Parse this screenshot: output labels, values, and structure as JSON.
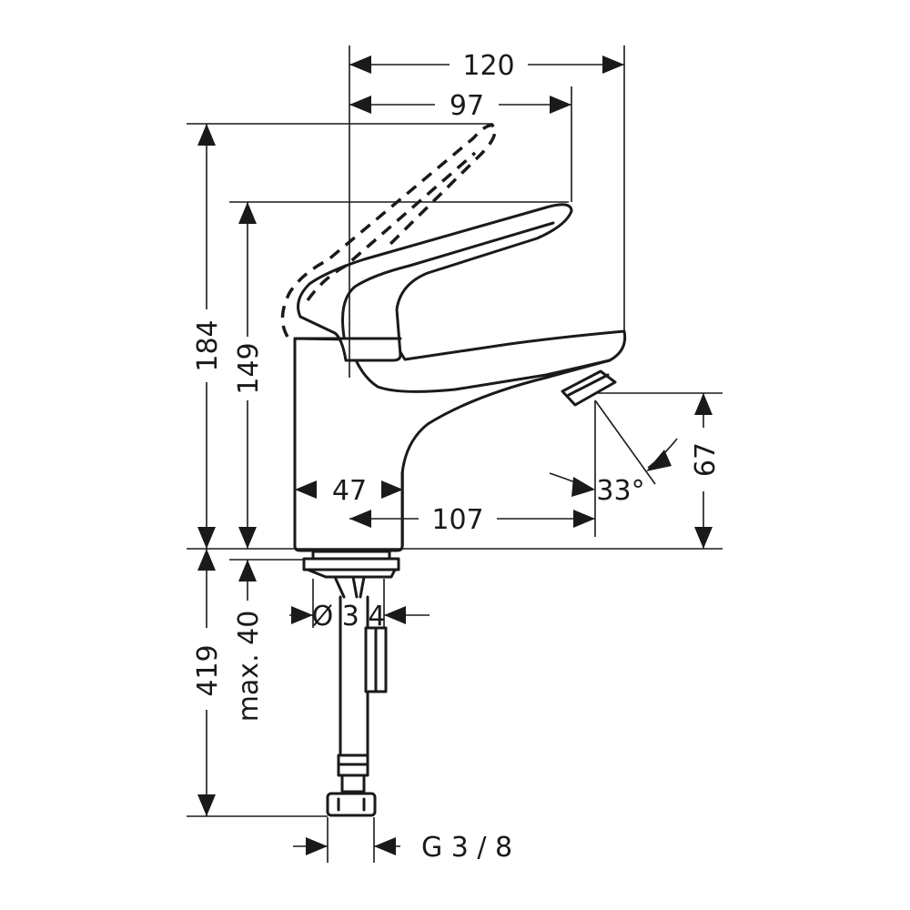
{
  "dimensions": {
    "width_total": "120",
    "width_handle": "97",
    "height_total": "184",
    "height_spout": "149",
    "body_width": "47",
    "spout_reach": "107",
    "spout_clearance": "67",
    "aerator_angle": "33°",
    "hole_diameter": "Ø 3 4",
    "mount_thickness": "max. 40",
    "hose_length": "419",
    "connection_thread": "G 3 / 8"
  }
}
